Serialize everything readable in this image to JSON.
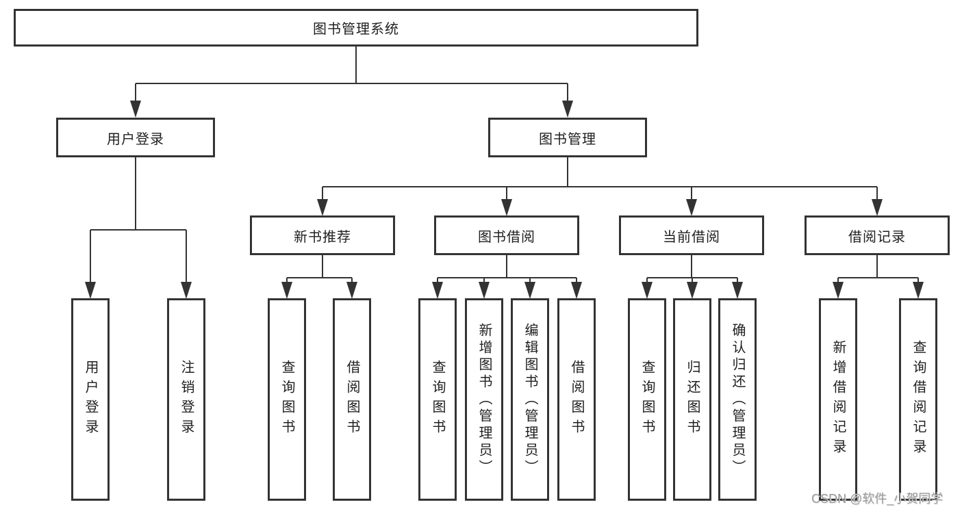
{
  "diagram": {
    "root": {
      "label": "图书管理系统"
    },
    "level2": [
      {
        "label": "用户登录",
        "children": [
          {
            "label": "用户登录"
          },
          {
            "label": "注销登录"
          }
        ]
      },
      {
        "label": "图书管理",
        "children": [
          {
            "label": "新书推荐",
            "children": [
              {
                "label": "查询图书"
              },
              {
                "label": "借阅图书"
              }
            ]
          },
          {
            "label": "图书借阅",
            "children": [
              {
                "label": "查询图书"
              },
              {
                "label": "新增图书（管理员）"
              },
              {
                "label": "编辑图书（管理员）"
              },
              {
                "label": "借阅图书"
              }
            ]
          },
          {
            "label": "当前借阅",
            "children": [
              {
                "label": "查询图书"
              },
              {
                "label": "归还图书"
              },
              {
                "label": "确认归还（管理员）"
              }
            ]
          },
          {
            "label": "借阅记录",
            "children": [
              {
                "label": "新增借阅记录"
              },
              {
                "label": "查询借阅记录"
              }
            ]
          }
        ]
      }
    ]
  },
  "watermark": {
    "text": "CSDN @软件_小贺同学"
  },
  "colors": {
    "line": "#333333",
    "box_border": "#333333",
    "text": "#1f1f1f",
    "background": "#ffffff",
    "watermark": "#9b9b9b"
  }
}
